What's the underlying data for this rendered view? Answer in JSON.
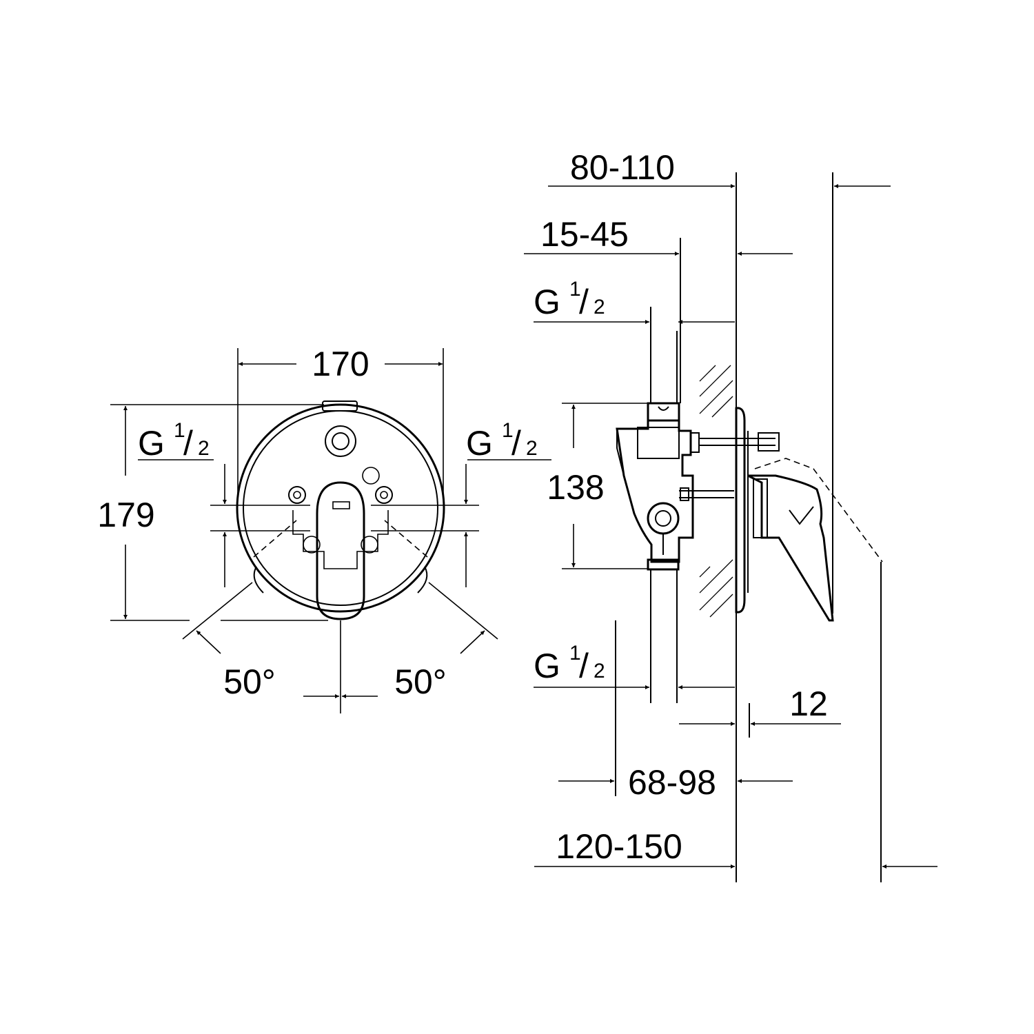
{
  "front_view": {
    "width_label": "170",
    "height_label": "179",
    "inlet_left": {
      "main": "G",
      "sup": "1",
      "slash": "/",
      "sub": "2"
    },
    "inlet_right": {
      "main": "G",
      "sup": "1",
      "slash": "/",
      "sub": "2"
    },
    "angle_left": "50°",
    "angle_right": "50°"
  },
  "side_view": {
    "dim_80_110": "80-110",
    "dim_15_45": "15-45",
    "dim_138": "138",
    "dim_12": "12",
    "dim_68_98": "68-98",
    "dim_120_150": "120-150",
    "inlet_top": {
      "main": "G",
      "sup": "1",
      "slash": "/",
      "sub": "2"
    },
    "inlet_bottom": {
      "main": "G",
      "sup": "1",
      "slash": "/",
      "sub": "2"
    }
  }
}
